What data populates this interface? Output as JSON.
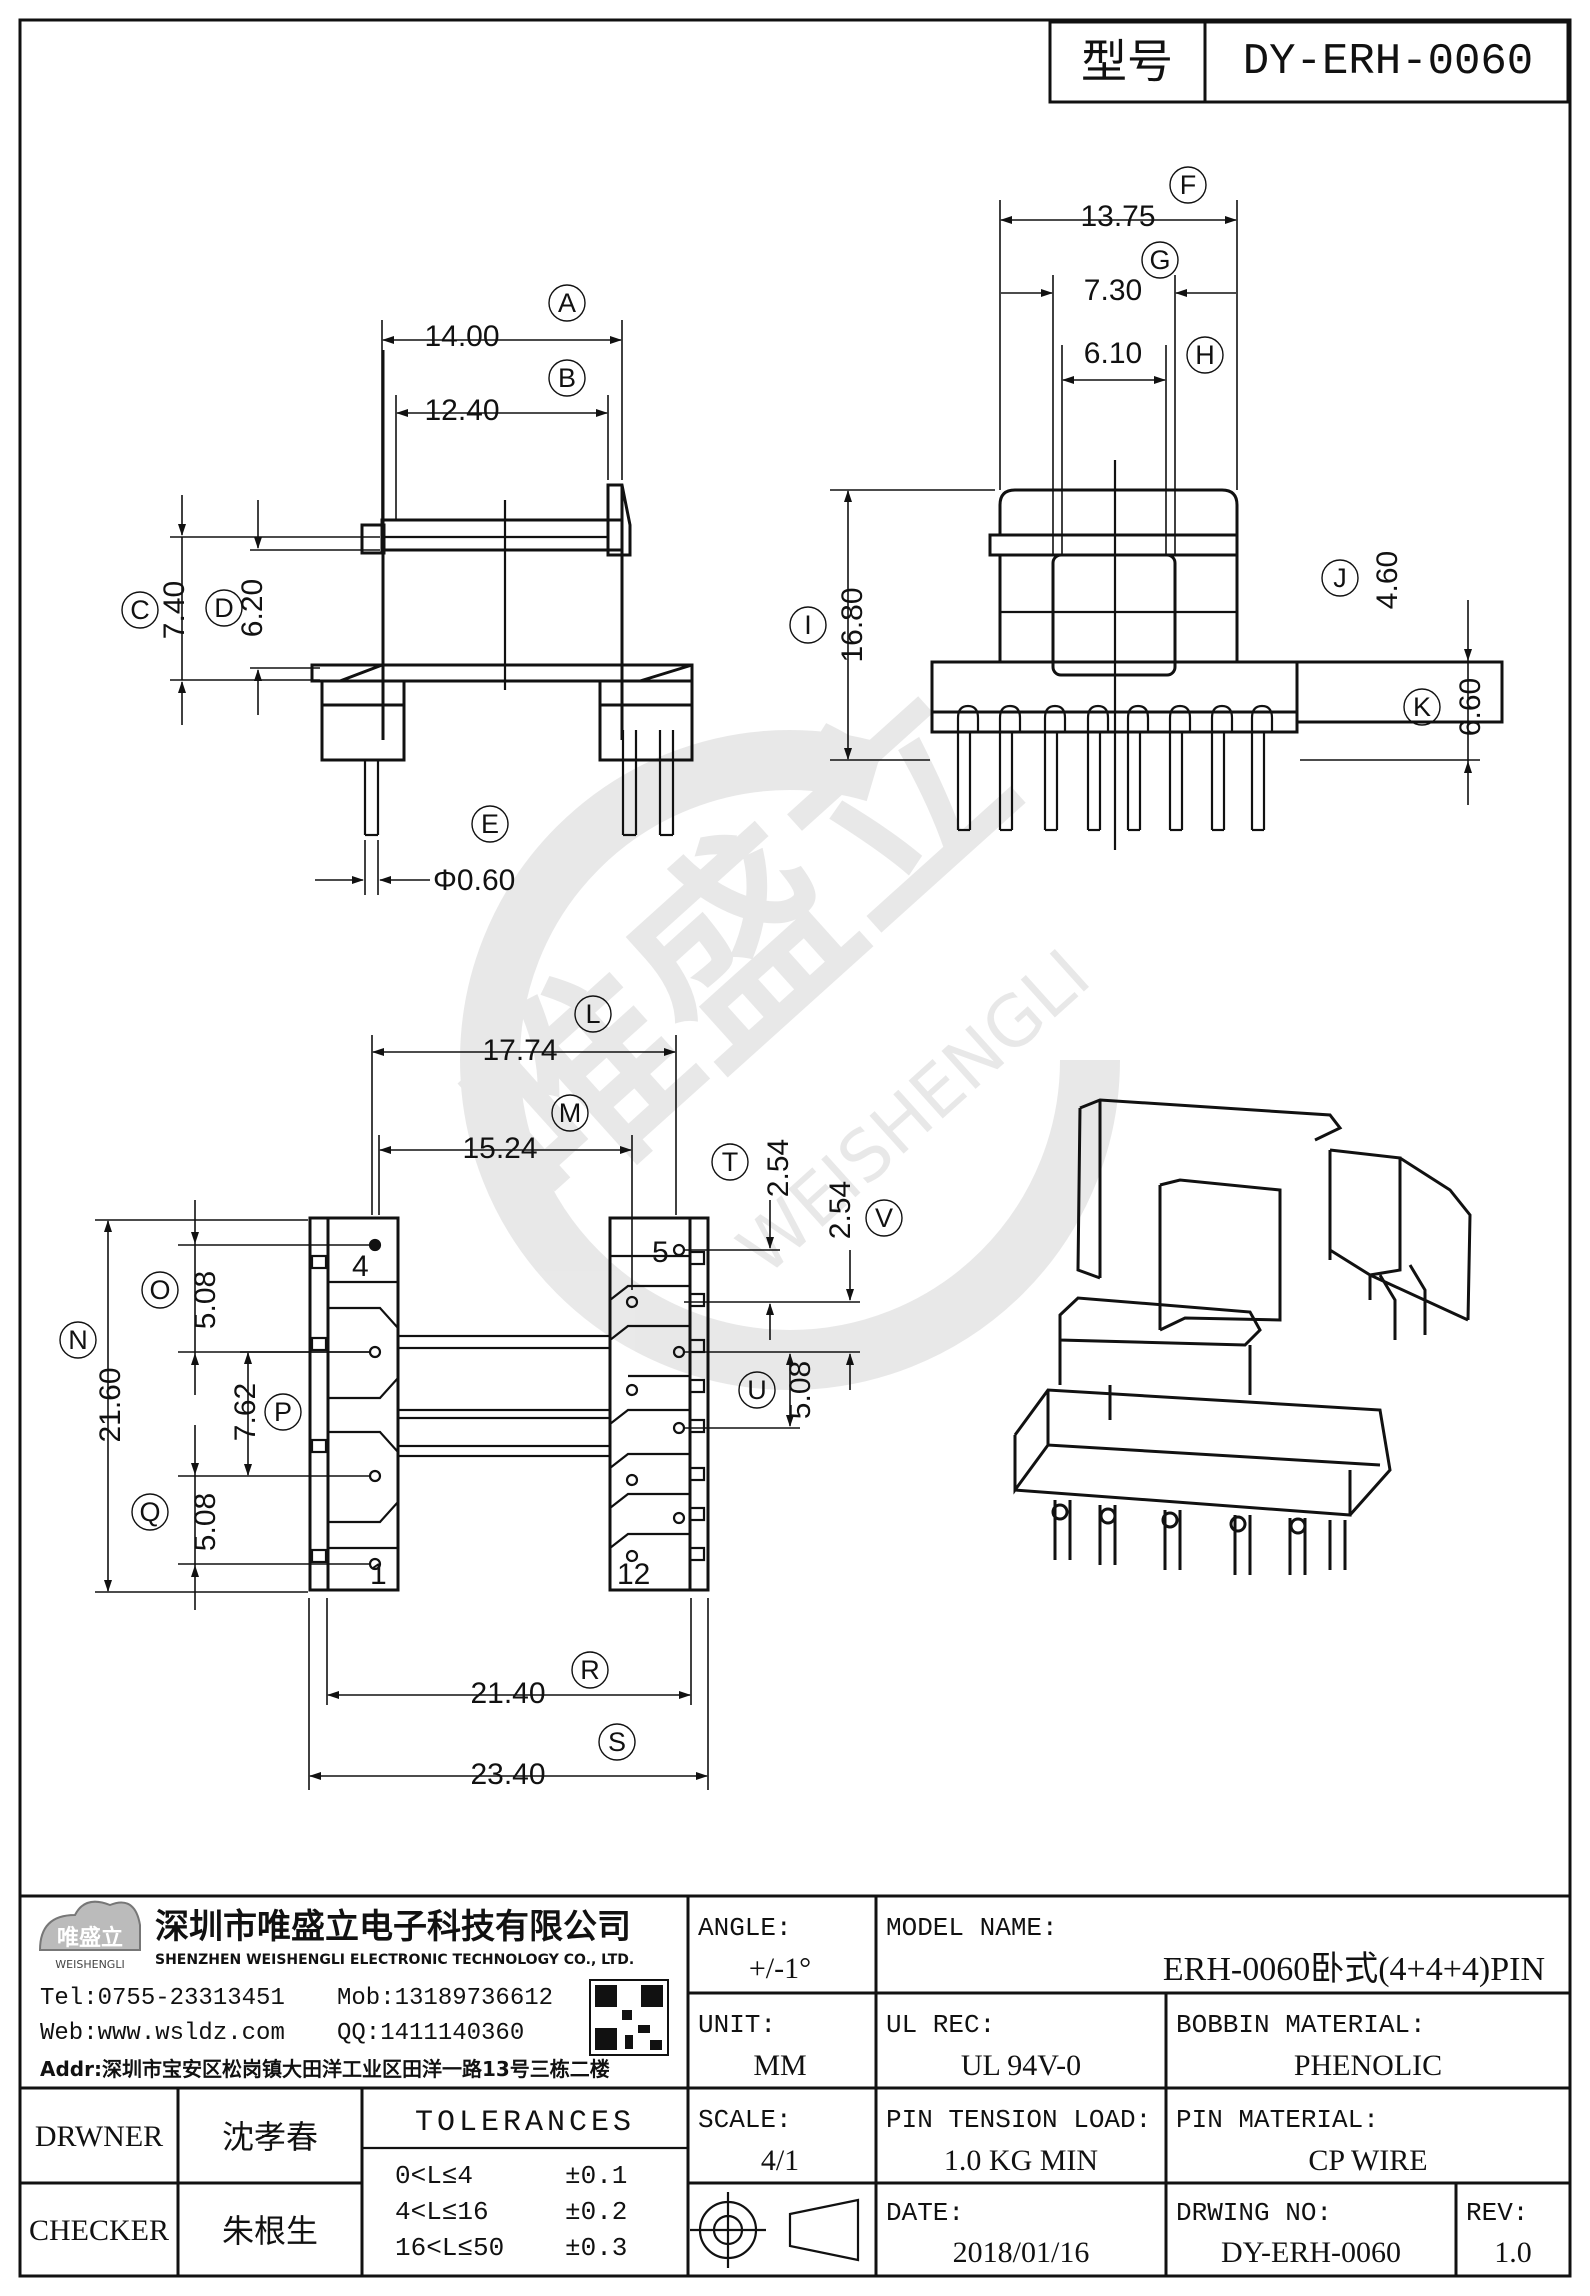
{
  "header": {
    "model_label": "型号",
    "model_value": "DY-ERH-0060"
  },
  "dimensions": {
    "A": "14.00",
    "B": "12.40",
    "C": "7.40",
    "D": "6.20",
    "E": "Φ0.60",
    "F": "13.75",
    "G": "7.30",
    "H": "6.10",
    "I": "16.80",
    "J": "4.60",
    "K": "6.60",
    "L": "17.74",
    "M": "15.24",
    "N": "21.60",
    "O": "5.08",
    "P": "7.62",
    "Q": "5.08",
    "R": "21.40",
    "S": "23.40",
    "T": "2.54",
    "U": "5.08",
    "V": "2.54"
  },
  "circled_labels": [
    "A",
    "B",
    "C",
    "D",
    "E",
    "F",
    "G",
    "H",
    "I",
    "J",
    "K",
    "L",
    "M",
    "N",
    "O",
    "P",
    "Q",
    "R",
    "S",
    "T",
    "U",
    "V"
  ],
  "pin_numbers": {
    "p4": "4",
    "p5": "5",
    "p1": "1",
    "p12": "12"
  },
  "watermark": {
    "brand": "唯盛立",
    "latin": "WEISHENGLI"
  },
  "title_block": {
    "company": {
      "logo_cn": "唯盛立",
      "logo_en": "WEISHENGLI",
      "name_cn": "深圳市唯盛立电子科技有限公司",
      "name_en": "SHENZHEN WEISHENGLI ELECTRONIC TECHNOLOGY CO., LTD.",
      "tel": "Tel:0755-23313451",
      "mob": "Mob:13189736612",
      "web": "Web:www.wsldz.com",
      "qq": "QQ:1411140360",
      "addr": "Addr:深圳市宝安区松岗镇大田洋工业区田洋一路13号三栋二楼"
    },
    "angle_label": "ANGLE:",
    "angle_value": "+/-1°",
    "model_name_label": "MODEL NAME:",
    "model_name_value": "ERH-0060卧式(4+4+4)PIN",
    "unit_label": "UNIT:",
    "unit_value": "MM",
    "ul_rec_label": "UL REC:",
    "ul_rec_value": "UL 94V-0",
    "bobbin_material_label": "BOBBIN MATERIAL:",
    "bobbin_material_value": "PHENOLIC",
    "drawer_label": "DRWNER",
    "drawer_value": "沈孝春",
    "checker_label": "CHECKER",
    "checker_value": "朱根生",
    "tolerances_title": "TOLERANCES",
    "tolerances": [
      {
        "range": "0<L≤4",
        "value": "±0.1"
      },
      {
        "range": "4<L≤16",
        "value": "±0.2"
      },
      {
        "range": "16<L≤50",
        "value": "±0.3"
      }
    ],
    "scale_label": "SCALE:",
    "scale_value": "4/1",
    "pin_tension_label": "PIN TENSION LOAD:",
    "pin_tension_value": "1.0 KG MIN",
    "pin_material_label": "PIN MATERIAL:",
    "pin_material_value": "CP WIRE",
    "date_label": "DATE:",
    "date_value": "2018/01/16",
    "drawing_no_label": "DRWING NO:",
    "drawing_no_value": "DY-ERH-0060",
    "rev_label": "REV:",
    "rev_value": "1.0"
  }
}
